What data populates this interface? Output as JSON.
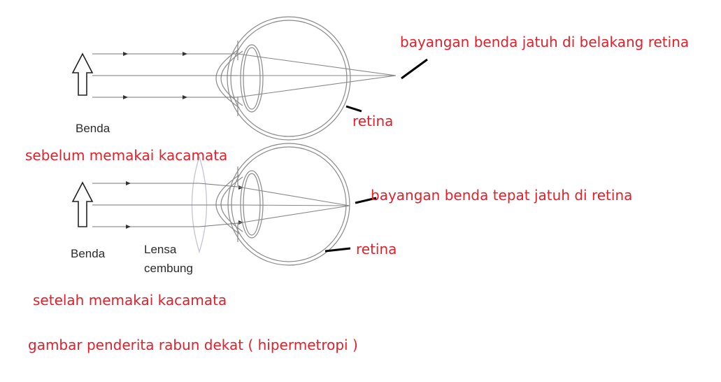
{
  "colors": {
    "annotation": "#e0202a",
    "outline": "#8a8a8a",
    "ray": "#777777",
    "pointer": "#000000"
  },
  "top_diagram": {
    "object_label": "Benda",
    "focus_annotation": "bayangan benda jatuh di belakang retina",
    "retina_label": "retina",
    "caption": "sebelum memakai kacamata",
    "icons": [
      "object-arrow-icon",
      "eye-icon"
    ]
  },
  "bottom_diagram": {
    "object_label": "Benda",
    "lens_label_line1": "Lensa",
    "lens_label_line2": "cembung",
    "focus_annotation": "bayangan benda tepat jatuh di retina",
    "retina_label": "retina",
    "caption": "setelah memakai kacamata",
    "icons": [
      "object-arrow-icon",
      "convex-lens-icon",
      "eye-icon"
    ]
  },
  "figure_caption": "gambar penderita rabun dekat ( hipermetropi )"
}
